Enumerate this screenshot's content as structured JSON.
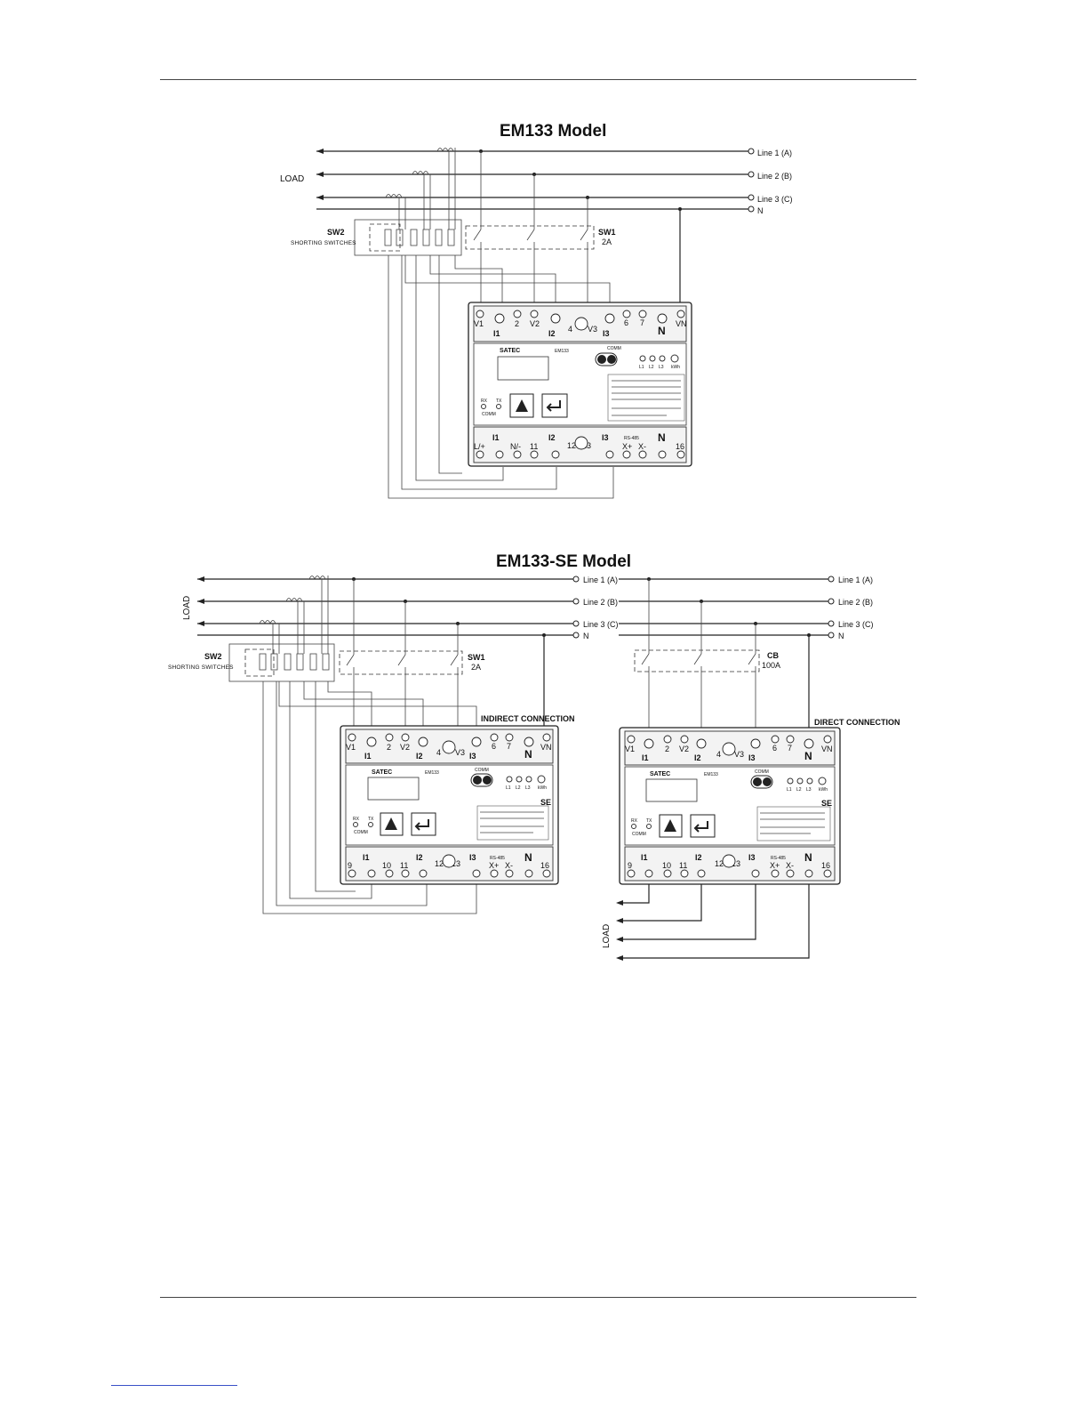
{
  "diagram1": {
    "title": "EM133 Model",
    "load": "LOAD",
    "lines": [
      "Line 1 (A)",
      "Line 2 (B)",
      "Line 3 (C)",
      "N"
    ],
    "sw1": "SW1",
    "sw1_rating": "2A",
    "sw2": "SW2",
    "sw2_sub": "SHORTING SWITCHES",
    "top_terminals": [
      "V1",
      "I1",
      "2",
      "V2",
      "I2",
      "4",
      "V3",
      "I3",
      "6",
      "7",
      "N",
      "VN"
    ],
    "bottom_terminals": [
      "L/+",
      "I1",
      "N/-",
      "11",
      "I2",
      "12",
      "13",
      "I3",
      "RS-485",
      "X+",
      "X-",
      "N",
      "16"
    ],
    "brand": "SATEC",
    "model": "EM133",
    "comm": "COMM",
    "leds": [
      "L1",
      "L2",
      "L3",
      "kWh"
    ],
    "rx": "RX",
    "tx": "TX",
    "comm_led": "COMM"
  },
  "diagram2": {
    "title": "EM133-SE Model",
    "load": "LOAD",
    "lines": [
      "Line 1 (A)",
      "Line 2 (B)",
      "Line 3 (C)",
      "N"
    ],
    "sw1": "SW1",
    "sw1_rating": "2A",
    "sw2": "SW2",
    "sw2_sub": "SHORTING SWITCHES",
    "indirect": "INDIRECT CONNECTION",
    "direct": "DIRECT CONNECTION",
    "cb": "CB",
    "cb_rating": "100A",
    "load_right": "LOAD",
    "top_terminals": [
      "V1",
      "I1",
      "2",
      "V2",
      "I2",
      "4",
      "V3",
      "I3",
      "6",
      "7",
      "N",
      "VN"
    ],
    "bottom_terminals_left": [
      "9",
      "I1",
      "10",
      "11",
      "I2",
      "12",
      "13",
      "I3",
      "RS-485",
      "X+",
      "X-",
      "N",
      "16"
    ],
    "bottom_terminals_right": [
      "9",
      "I1",
      "10",
      "11",
      "I2",
      "12",
      "13",
      "I3",
      "RS-485",
      "X+",
      "X-",
      "N",
      "16"
    ],
    "brand": "SATEC",
    "model": "EM133",
    "comm": "COMM",
    "se": "SE",
    "leds": [
      "L1",
      "L2",
      "L3",
      "kWh"
    ],
    "rx": "RX",
    "tx": "TX",
    "comm_led": "COMM"
  }
}
